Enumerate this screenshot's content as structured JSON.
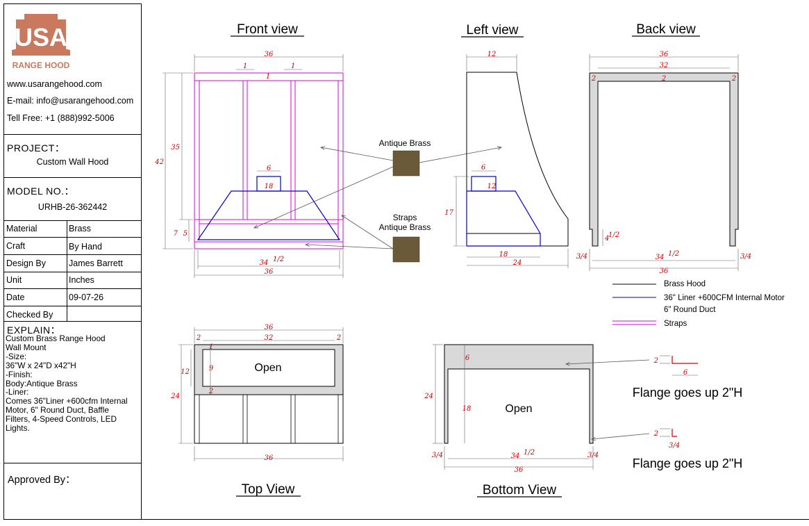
{
  "logo": {
    "brand": "USA",
    "sub": "RANGE HOOD"
  },
  "contact": {
    "website": "www.usarangehood.com",
    "email": "E-mail: info@usarangehood.com",
    "phone": "Tell Free: +1 (888)992-5006"
  },
  "project": {
    "label": "PROJECT：",
    "value": "Custom Wall Hood"
  },
  "model": {
    "label": "MODEL NO.：",
    "value": "URHB-26-362442"
  },
  "specs": [
    {
      "key": "Material",
      "value": "Brass"
    },
    {
      "key": "Craft",
      "value": "By Hand"
    },
    {
      "key": "Design By",
      "value": "James Barrett"
    },
    {
      "key": "Unit",
      "value": "Inches"
    },
    {
      "key": "Date",
      "value": "09-07-26"
    },
    {
      "key": "Checked By",
      "value": ""
    }
  ],
  "explain": {
    "label": "EXPLAIN：",
    "text": "Custom Brass Range Hood\nWall Mount\n-Size:\n36\"W x 24\"D x42\"H\n-Finish:\nBody:Antique Brass\n-Liner:\nComes 36\"Liner +600cfm Internal\nMotor, 6\" Round Duct, Baffle\nFilters, 4-Speed Controls, LED\nLights."
  },
  "approved": "Approved By：",
  "views": {
    "front": "Front view",
    "left": "Left view",
    "back": "Back view",
    "top": "Top View",
    "bottom": "Bottom View"
  },
  "callouts": {
    "antique_brass": "Antique Brass",
    "straps_line1": "Straps",
    "straps_line2": "Antique Brass",
    "open_top": "Open",
    "open_bottom": "Open",
    "flange1": "Flange goes up 2\"H",
    "flange2": "Flange goes up 2\"H"
  },
  "legend": {
    "brass_hood": "Brass Hood",
    "liner1": "36\" Liner +600CFM Internal  Motor",
    "liner2": "6\" Round Duct",
    "straps": "Straps"
  },
  "colors": {
    "dimension": "#d00000",
    "liner": "#0000cc",
    "straps": "#e000e0",
    "brass_swatch": "#6b5a3a",
    "panel_fill": "#d9d9d9"
  },
  "dims": {
    "front_w_top": "36",
    "front_strap_a": "1",
    "front_strap_b": "1",
    "front_strap_c": "1",
    "front_h_total": "42",
    "front_h_upper": "35",
    "front_h_7": "7",
    "front_h_5": "5",
    "front_duct_w": "6",
    "front_liner_w": "18",
    "front_w_inner": "34",
    "front_w_inner_frac": "1/2",
    "front_w_bottom": "36",
    "left_top_d": "12",
    "left_duct_w": "6",
    "left_duct_d": "12",
    "left_h": "17",
    "left_d_liner": "18",
    "left_d_total": "24",
    "back_w_top": "36",
    "back_w_inner": "32",
    "back_side_l": "2",
    "back_center": "2",
    "back_side_r": "2",
    "back_notch": "4",
    "back_notch_frac": "1/2",
    "back_edge_l": "3/4",
    "back_w_bottom_inner": "34",
    "back_w_bottom_inner_frac": "1/2",
    "back_edge_r": "3/4",
    "back_w_bottom": "36",
    "top_w": "36",
    "top_w_inner": "32",
    "top_side_l": "2",
    "top_side_r": "2",
    "top_front": "1",
    "top_open_d": "9",
    "top_back": "2",
    "top_d_12": "12",
    "top_d_24": "24",
    "top_w_bottom": "36",
    "bottom_d_6": "6",
    "bottom_d_18": "18",
    "bottom_d_24": "24",
    "bottom_edge_l": "3/4",
    "bottom_w_inner": "34",
    "bottom_w_inner_frac": "1/2",
    "bottom_edge_r": "3/4",
    "bottom_w": "36",
    "flange1_h": "2",
    "flange1_w": "6",
    "flange2_h": "2",
    "flange2_w": "3/4"
  }
}
